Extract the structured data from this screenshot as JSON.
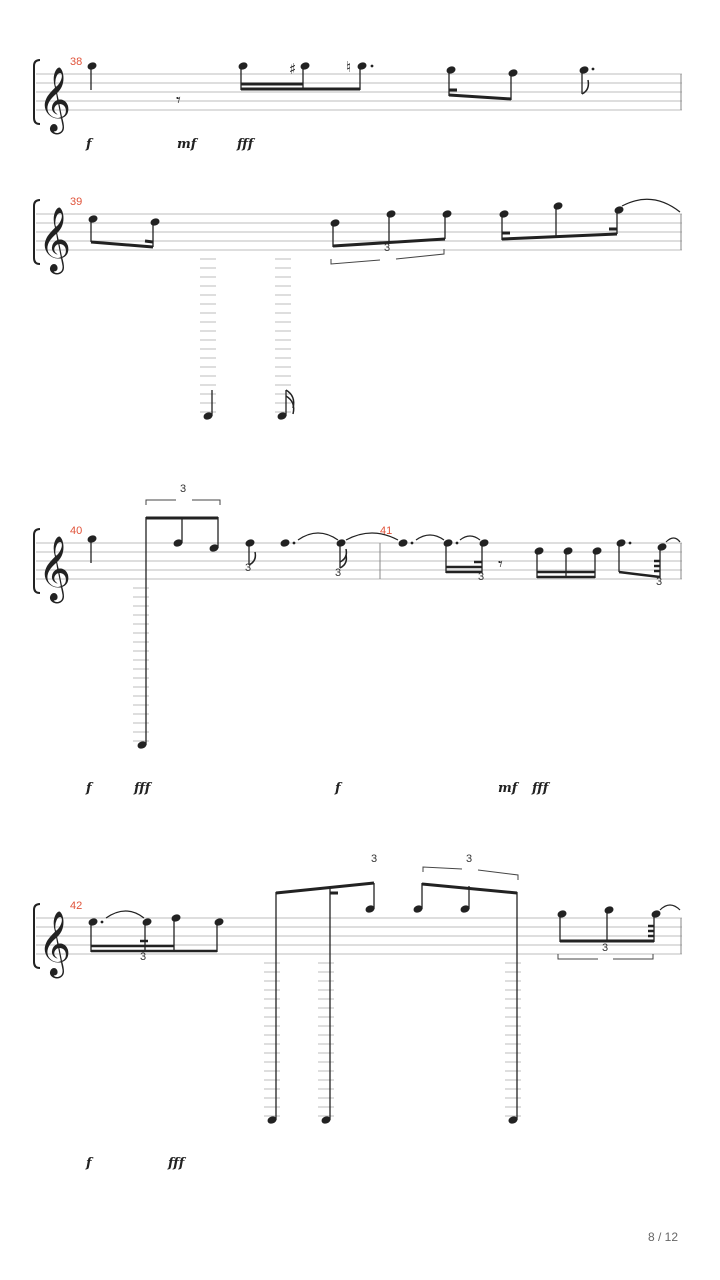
{
  "page": {
    "indicator": "8 / 12"
  },
  "systems": [
    {
      "measure_numbers": [
        "38"
      ],
      "tuplet_labels": [],
      "dynamics": [
        "f",
        "mf",
        "fff"
      ]
    },
    {
      "measure_numbers": [
        "39"
      ],
      "tuplet_labels": [
        "3"
      ],
      "dynamics": []
    },
    {
      "measure_numbers": [
        "40",
        "41"
      ],
      "tuplet_labels": [
        "3",
        "3",
        "3",
        "3",
        "3"
      ],
      "dynamics": [
        "f",
        "fff",
        "f",
        "mf",
        "fff"
      ]
    },
    {
      "measure_numbers": [
        "42"
      ],
      "tuplet_labels": [
        "3",
        "3",
        "3",
        "3"
      ],
      "dynamics": [
        "f",
        "fff"
      ]
    }
  ],
  "accidentals": {
    "sharp": "♯",
    "natural": "♮"
  },
  "clef": {
    "glyph": "𝄞",
    "icon": "treble-clef-icon"
  }
}
